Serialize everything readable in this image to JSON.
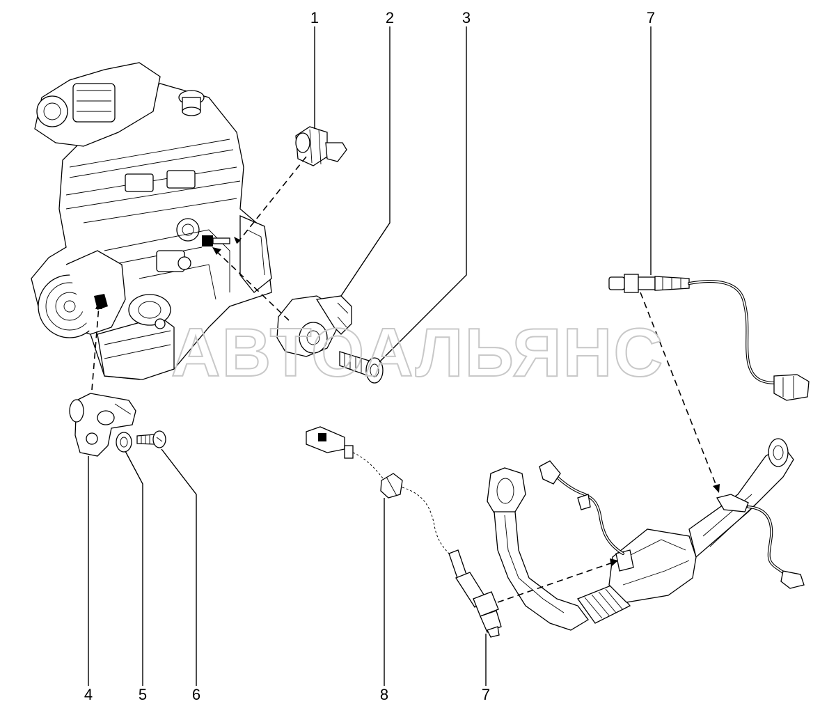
{
  "watermark": "АВТОАЛЬЯНС",
  "callouts": {
    "c1": "1",
    "c2": "2",
    "c3": "3",
    "c4": "4",
    "c5": "5",
    "c6": "6",
    "c7_top": "7",
    "c7_bottom": "7",
    "c8": "8"
  }
}
